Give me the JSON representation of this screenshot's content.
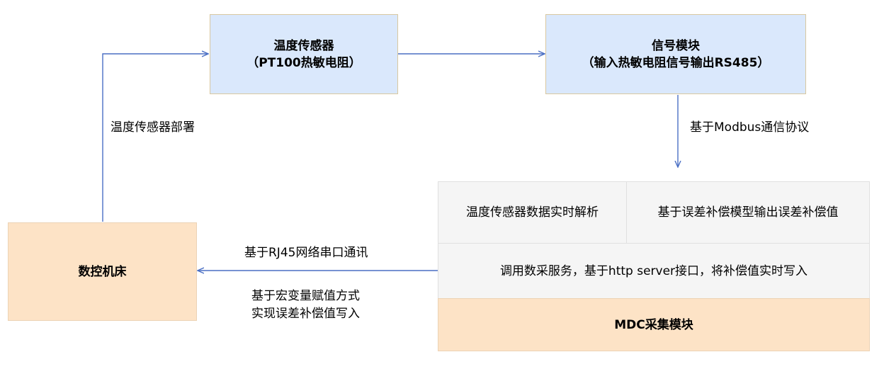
{
  "colors": {
    "sensor_fill": "#dae8fc",
    "machine_fill": "#fde3c6",
    "mdc_fill": "#fde3c6",
    "cell_fill": "#f5f5f5",
    "arrow": "#4a6fc4"
  },
  "nodes": {
    "sensor": {
      "line1": "温度传感器",
      "line2": "（PT100热敏电阻）"
    },
    "signal": {
      "line1": "信号模块",
      "line2": "（输入热敏电阻信号输出RS485）"
    },
    "machine": {
      "label": "数控机床"
    },
    "mdc": {
      "parse": "温度传感器数据实时解析",
      "compensation": "基于误差补偿模型输出误差补偿值",
      "service": "调用数采服务，基于http server接口，将补偿值实时写入",
      "title": "MDC采集模块"
    }
  },
  "edges": {
    "deploy": "温度传感器部署",
    "modbus": "基于Modbus通信协议",
    "rj45": "基于RJ45网络串口通讯",
    "macro_line1": "基于宏变量赋值方式",
    "macro_line2": "实现误差补偿值写入"
  }
}
